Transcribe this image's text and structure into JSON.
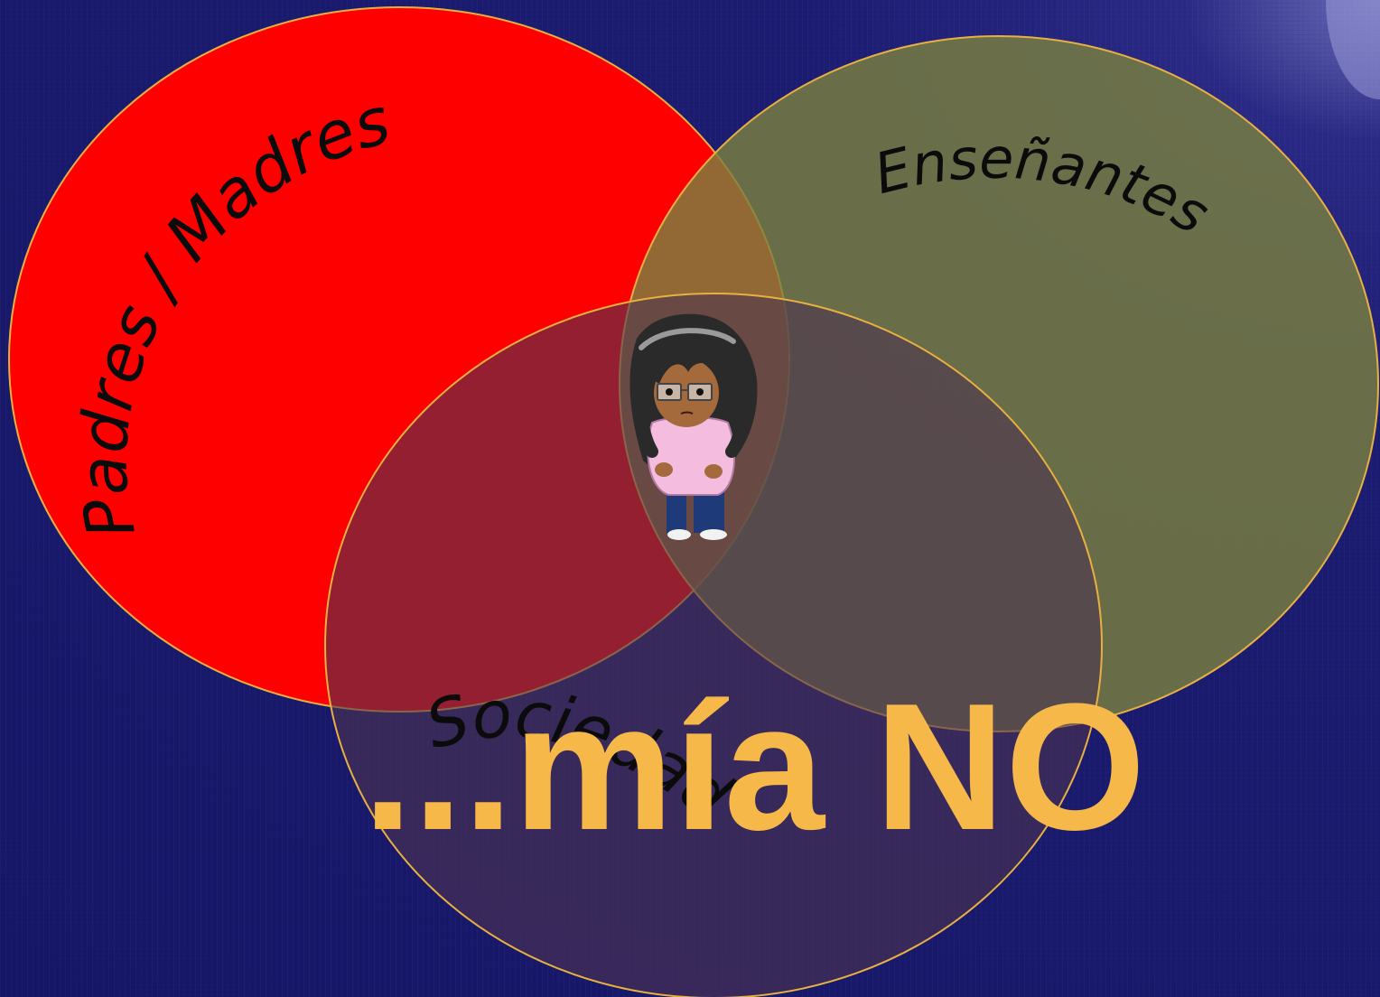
{
  "sets": {
    "parents": {
      "label": "Padres / Madres",
      "color": "#ff0000"
    },
    "teachers": {
      "label": "Enseñantes",
      "color": "#7a8040"
    },
    "society": {
      "label": "Sociedad",
      "color": "#4d3350"
    }
  },
  "overlay_text": "...mía NO",
  "colors": {
    "outline": "#e8b040",
    "overlay_text": "#f7b84a",
    "background": "#1a1a6e"
  },
  "center_figure": "girl-with-glasses-character"
}
